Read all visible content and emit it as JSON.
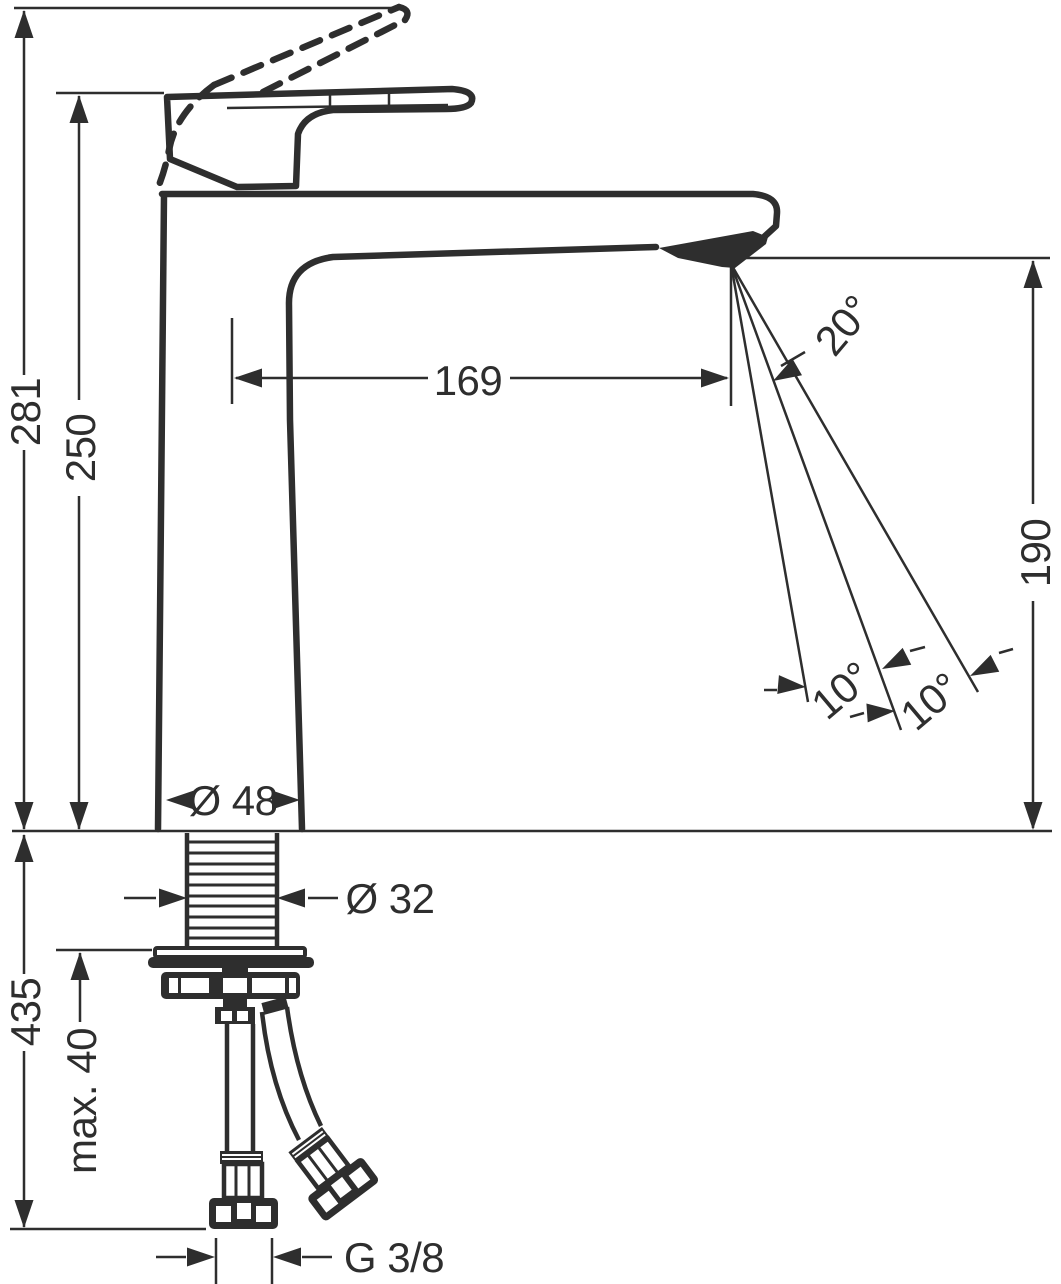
{
  "drawing": {
    "subject": "single-lever basin mixer faucet, side elevation with installation dimensions",
    "line_color": "#2e2e2e",
    "background_color": "#ffffff",
    "units": "mm",
    "labels": {
      "height_overall": "281",
      "height_to_spout_top": "250",
      "spout_reach": "169",
      "outlet_to_surface": "190",
      "spray_angle": "20°",
      "angle_step_left": "10°",
      "angle_step_right": "10°",
      "base_diameter": "Ø 48",
      "shank_diameter": "Ø 32",
      "hose_length": "435",
      "max_mounting_thickness": "max. 40",
      "connection_thread": "G 3/8"
    }
  }
}
